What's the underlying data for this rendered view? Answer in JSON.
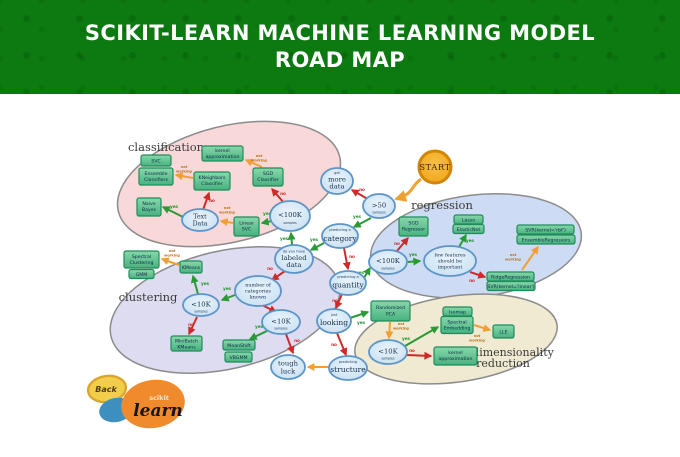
{
  "header": {
    "title_line1": "SCIKIT-LEARN MACHINE LEARNING MODEL",
    "title_line2": "ROAD MAP"
  },
  "start_label": "START",
  "edge_labels": {
    "yes": "yes",
    "no": "no",
    "not_working": [
      "not",
      "working"
    ]
  },
  "regions": {
    "classification": "classification",
    "regression": "regression",
    "clustering": "clustering",
    "dimensionality_reduction": [
      "dimensionality",
      "reduction"
    ]
  },
  "nodes": {
    "get_more_data": {
      "top": "get",
      "line1": "more",
      "line2": "data"
    },
    "gt50_samples": {
      "line1": ">50",
      "sub": "samples"
    },
    "predicting_category": {
      "top": "predicting a",
      "line1": "category"
    },
    "labeled_data": {
      "top": "do you have",
      "line1": "labeled",
      "line2": "data"
    },
    "predicting_quantity": {
      "top": "predicting a",
      "line1": "quantity"
    },
    "just_looking": {
      "top": "just",
      "line1": "looking"
    },
    "predicting_structure": {
      "top": "predicting",
      "line1": "structure"
    },
    "tough_luck": {
      "line1": "tough",
      "line2": "luck"
    },
    "lt100k_classification": {
      "line1": "<100K",
      "sub": "samples"
    },
    "text_data": {
      "line1": "Text",
      "line2": "Data"
    },
    "categories_known": {
      "line1": "number of",
      "line2": "categories",
      "line3": "known"
    },
    "lt10k_clustering_a": {
      "line1": "<10K",
      "sub": "samples"
    },
    "lt10k_clustering_b": {
      "line1": "<10K",
      "sub": "samples"
    },
    "lt100k_regression": {
      "line1": "<100K",
      "sub": "samples"
    },
    "few_features": {
      "line1": "few features",
      "line2": "should be",
      "line3": "important"
    },
    "lt10k_dimred": {
      "line1": "<10K",
      "sub": "samples"
    }
  },
  "estimators": {
    "svc": {
      "line1": "SVC"
    },
    "ensemble_classifiers": {
      "line1": "Ensemble",
      "line2": "Classifiers"
    },
    "kernel_approximation_cls": {
      "line1": "kernel",
      "line2": "approximation"
    },
    "kneighbors_classifier": {
      "line1": "KNeighbors",
      "line2": "Classifier"
    },
    "sgd_classifier": {
      "line1": "SGD",
      "line2": "Classifier"
    },
    "naive_bayes": {
      "line1": "Naive",
      "line2": "Bayes"
    },
    "linear_svc": {
      "line1": "Linear",
      "line2": "SVC"
    },
    "sgd_regressor": {
      "line1": "SGD",
      "line2": "Regressor"
    },
    "lasso": {
      "line1": "Lasso"
    },
    "elasticnet": {
      "line1": "ElasticNet"
    },
    "svr_rbf": {
      "line1": "SVR(kernel='rbf')"
    },
    "ensemble_regressors": {
      "line1": "EnsembleRegressors"
    },
    "ridge_regression": {
      "line1": "RidgeRegression"
    },
    "svr_linear": {
      "line1": "SVR(kernel='linear')"
    },
    "spectral_clustering": {
      "line1": "Spectral",
      "line2": "Clustering"
    },
    "gmm": {
      "line1": "GMM"
    },
    "kmeans": {
      "line1": "KMeans"
    },
    "minibatch_kmeans": {
      "line1": "MiniBatch",
      "line2": "KMeans"
    },
    "meanshift": {
      "line1": "MeanShift"
    },
    "vbgmm": {
      "line1": "VBGMM"
    },
    "randomized_pca": {
      "line1": "Randomized",
      "line2": "PCA"
    },
    "isomap": {
      "line1": "Isomap"
    },
    "spectral_embedding": {
      "line1": "Spectral",
      "line2": "Embedding"
    },
    "lle": {
      "line1": "LLE"
    },
    "kernel_approximation_dim": {
      "line1": "kernel",
      "line2": "approximation"
    }
  },
  "footer": {
    "back_label": "Back",
    "logo_top": "scikit",
    "logo_main": "learn"
  },
  "colors": {
    "header_green": "#0c7a10",
    "region_classification": "#f8d8d8",
    "region_regression": "#cddcf4",
    "region_clustering": "#dddcf1",
    "region_dimred": "#f0ead2",
    "estimator_green": "#57bd86",
    "node_blue": "#cce2f3",
    "start_orange": "#f4a716",
    "arrow_yes": "#2a9a35",
    "arrow_no": "#cf2a2a",
    "arrow_not_working": "#f0a033"
  }
}
